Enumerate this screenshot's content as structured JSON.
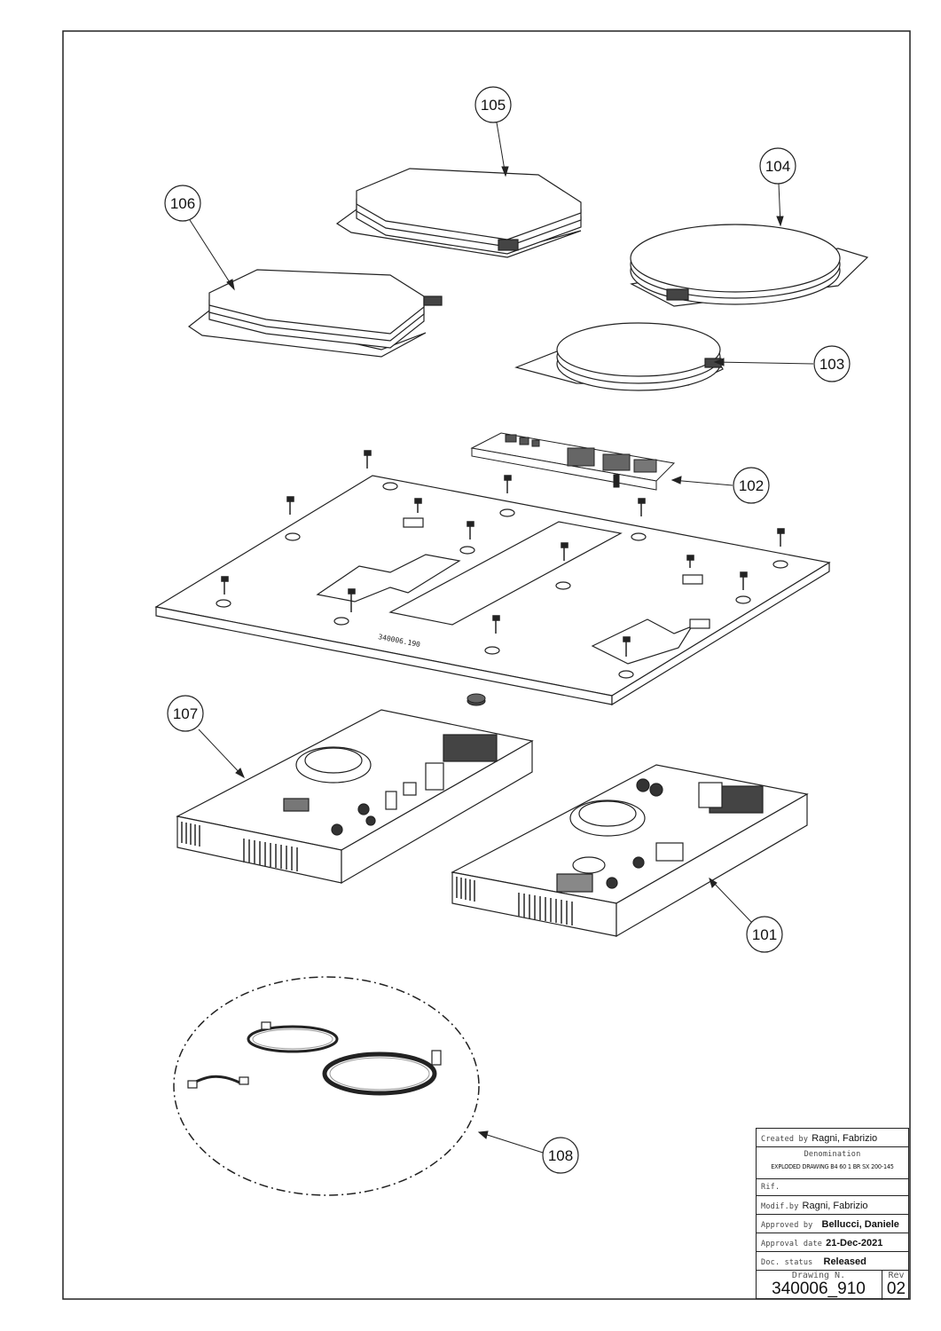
{
  "balloons": {
    "b101": "101",
    "b102": "102",
    "b103": "103",
    "b104": "104",
    "b105": "105",
    "b106": "106",
    "b107": "107",
    "b108": "108"
  },
  "plate_marking": "340006.190",
  "title_block": {
    "created_by_label": "Created by",
    "created_by": "Ragni, Fabrizio",
    "denomination_label": "Denomination",
    "denomination": "EXPLODED DRAWING B4 60 1 BR SX 200-145",
    "rif_label": "Rif.",
    "modif_by_label": "Modif.by",
    "modif_by": "Ragni, Fabrizio",
    "approved_by_label": "Approved by",
    "approved_by": "Bellucci, Daniele",
    "approval_date_label": "Approval date",
    "approval_date": "21-Dec-2021",
    "doc_status_label": "Doc. status",
    "doc_status": "Released",
    "drawing_n_label": "Drawing N.",
    "drawing_n": "340006_910",
    "rev_label": "Rev",
    "rev": "02"
  }
}
